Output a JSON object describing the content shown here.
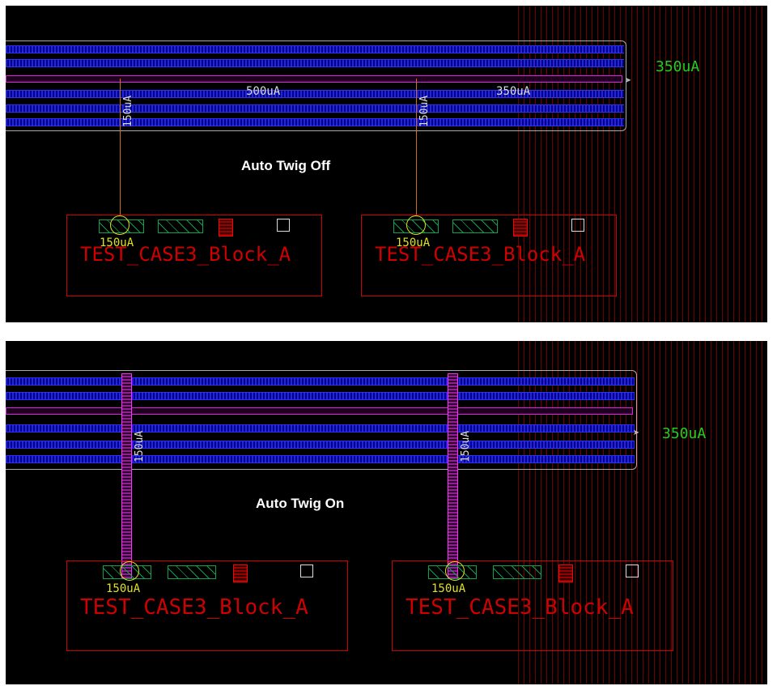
{
  "top": {
    "title": "Auto Twig Off",
    "current_right": "350uA",
    "bus_labels": [
      "500uA",
      "350uA"
    ],
    "tap_label": "150uA",
    "blocks": [
      {
        "name": "TEST_CASE3_Block_A",
        "pin_current": "150uA"
      },
      {
        "name": "TEST_CASE3_Block_A",
        "pin_current": "150uA"
      }
    ]
  },
  "bottom": {
    "title": "Auto Twig On",
    "current_right": "350uA",
    "tap_label": "150uA",
    "blocks": [
      {
        "name": "TEST_CASE3_Block_A",
        "pin_current": "150uA"
      },
      {
        "name": "TEST_CASE3_Block_A",
        "pin_current": "150uA"
      }
    ]
  }
}
